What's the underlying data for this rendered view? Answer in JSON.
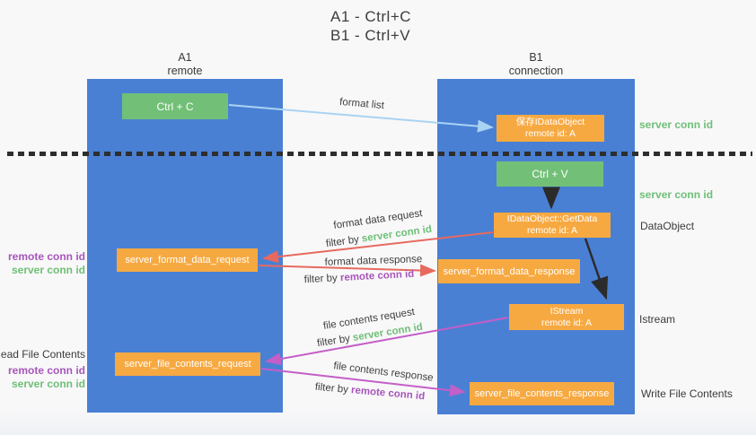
{
  "title": {
    "line1": "A1 - Ctrl+C",
    "line2": "B1 - Ctrl+V"
  },
  "lanes": {
    "left": {
      "name_line": "A1",
      "sub_line": "remote"
    },
    "right": {
      "name_line": "B1",
      "sub_line": "connection"
    }
  },
  "nodes": {
    "ctrl_c": {
      "label": "Ctrl + C"
    },
    "ctrl_v": {
      "label": "Ctrl + V"
    },
    "save_idataobject": {
      "line1": "保存IDataObject",
      "line2": "remote id: A"
    },
    "idataobject_getdata": {
      "line1": "IDataObject::GetData",
      "line2": "remote id: A"
    },
    "istream": {
      "line1": "IStream",
      "line2": "remote id: A"
    },
    "server_format_data_request": {
      "label": "server_format_data_request"
    },
    "server_format_data_response": {
      "label": "server_format_data_response"
    },
    "server_file_contents_request": {
      "label": "server_file_contents_request"
    },
    "server_file_contents_response": {
      "label": "server_file_contents_response"
    }
  },
  "arrow_labels": {
    "format_list": "format list",
    "format_data_request": "format data request",
    "format_data_response": "format data response",
    "file_contents_request": "file contents request",
    "file_contents_response": "file contents response",
    "filter_by": "filter by ",
    "server_conn_id": "server conn id",
    "remote_conn_id": "remote conn id"
  },
  "side_labels": {
    "server_conn_id": "server conn id",
    "remote_conn_id": "remote conn id",
    "dataobject": "DataObject",
    "istream": "Istream",
    "read_file_contents": "Read File Contents",
    "write_file_contents": "Write File Contents"
  },
  "colors": {
    "lane_blue": "#4a80d4",
    "node_green": "#72c077",
    "node_orange": "#f7a941",
    "arrow_red": "#e8695e",
    "arrow_magenta": "#c45ec8",
    "arrow_light_blue": "#a9d3f2",
    "arrow_black": "#2b2b2b",
    "label_green": "#6fbf77",
    "label_purple": "#a756ba",
    "text_dark": "#3d3d3d",
    "background": "#f8f8f9"
  }
}
